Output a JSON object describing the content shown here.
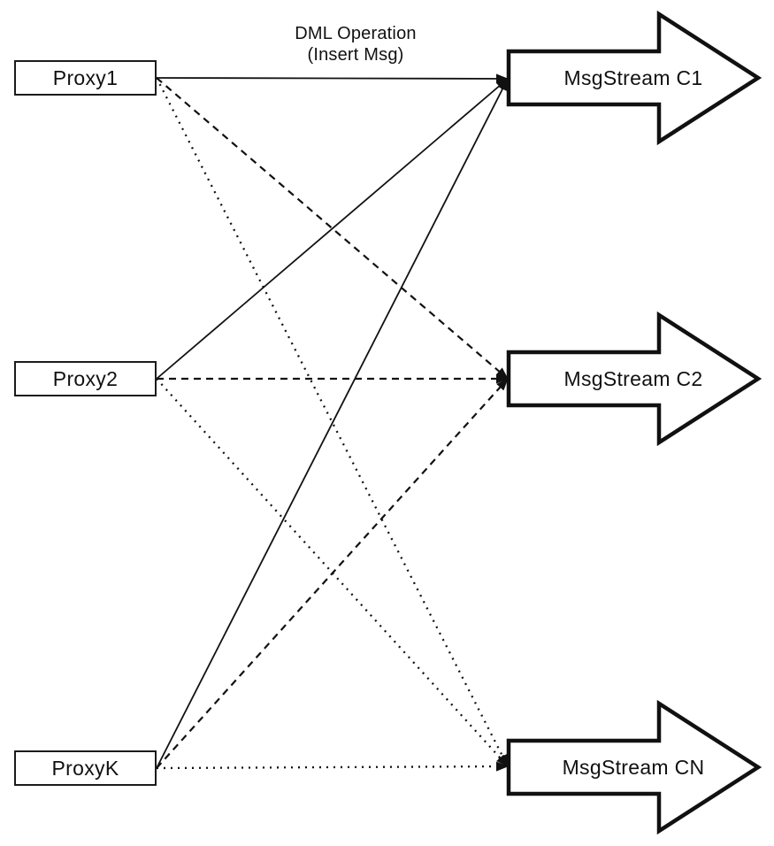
{
  "diagram": {
    "annotation": {
      "line1": "DML Operation",
      "line2": "(Insert Msg)"
    },
    "proxies": [
      {
        "id": "proxy1",
        "label": "Proxy1"
      },
      {
        "id": "proxy2",
        "label": "Proxy2"
      },
      {
        "id": "proxyk",
        "label": "ProxyK"
      }
    ],
    "streams": [
      {
        "id": "c1",
        "label": "MsgStream C1",
        "incoming_line_style": "solid"
      },
      {
        "id": "c2",
        "label": "MsgStream C2",
        "incoming_line_style": "dashed"
      },
      {
        "id": "cn",
        "label": "MsgStream CN",
        "incoming_line_style": "dotted"
      }
    ],
    "connections": [
      {
        "from": "proxy1",
        "to": "c1",
        "style": "solid"
      },
      {
        "from": "proxy1",
        "to": "c2",
        "style": "dashed"
      },
      {
        "from": "proxy1",
        "to": "cn",
        "style": "dotted"
      },
      {
        "from": "proxy2",
        "to": "c1",
        "style": "solid"
      },
      {
        "from": "proxy2",
        "to": "c2",
        "style": "dashed"
      },
      {
        "from": "proxy2",
        "to": "cn",
        "style": "dotted"
      },
      {
        "from": "proxyk",
        "to": "c1",
        "style": "solid"
      },
      {
        "from": "proxyk",
        "to": "c2",
        "style": "dashed"
      },
      {
        "from": "proxyk",
        "to": "cn",
        "style": "dotted"
      }
    ],
    "colors": {
      "stroke": "#111111",
      "shape_fill": "#ffffff",
      "background": "#ffffff",
      "text": "#111111"
    }
  }
}
